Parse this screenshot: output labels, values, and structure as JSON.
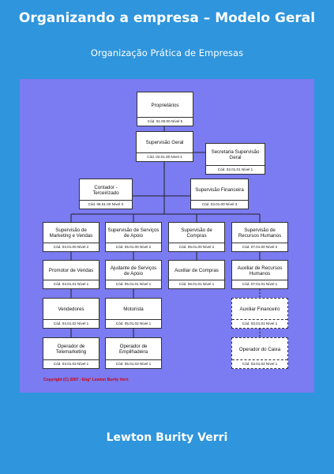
{
  "book": {
    "title": "Organizando a empresa – Modelo Geral",
    "subtitle": "Organização Prática de Empresas",
    "author": "Lewton Burity Verri"
  },
  "chart": {
    "copyright": "Copyright (C) 2007 - Eng° Lewton Burity Verri",
    "proprietarios": {
      "name": "Proprietários",
      "code": "Cód. 01.00.00 Nível 5"
    },
    "supervisao_geral": {
      "name": "Supervisão Geral",
      "code": "Cód. 02.01.00 Nível 4"
    },
    "secretaria": {
      "name": "Secretaria Supervisão Geral",
      "code": "Cód. 02.01.01 Nível 1"
    },
    "contador": {
      "name": "Contador - Terceirizado",
      "code": "Cód. 08.01.00 Nível X"
    },
    "sup_financeira": {
      "name": "Supervisão Financeira",
      "code": "Cód. 03.01.00 Nível 3"
    },
    "sup_marketing": {
      "name": "Supervisão de Marketing e Vendas",
      "code": "Cód. 04.01.00 Nível 2"
    },
    "sup_servicos": {
      "name": "Supervisão de Serviços de Apoio",
      "code": "Cód. 05.01.00 Nível 2"
    },
    "sup_compras": {
      "name": "Supervisão de Compras",
      "code": "Cód. 06.01.00 Nível 2"
    },
    "sup_rh": {
      "name": "Supervisão de Recursos Humanos",
      "code": "Cód. 07.01.00 Nível 2"
    },
    "promotor": {
      "name": "Promotor de Vendas",
      "code": "Cód. 04.01.01 Nível 1"
    },
    "ajudante": {
      "name": "Ajudante de Serviços de Apoio",
      "code": "Cód. 05.01.01 Nível 1"
    },
    "aux_compras": {
      "name": "Auxiliar de Compras",
      "code": "Cód. 06.01.01 Nível 1"
    },
    "aux_rh": {
      "name": "Auxiliar de Recursos Humanos",
      "code": "Cód. 07.01.01 Nível 1"
    },
    "vendedores": {
      "name": "Vendedores",
      "code": "Cód. 04.01.02 Nível 1"
    },
    "motorista": {
      "name": "Motorista",
      "code": "Cód. 05.01.02 Nível 1"
    },
    "aux_financeiro": {
      "name": "Auxiliar Financeiro",
      "code": "Cód. 03.01.01 Nível 1"
    },
    "telemarketing": {
      "name": "Operador de Telemarketing",
      "code": "Cód. 04.01.03 Nível 1"
    },
    "empilhadeira": {
      "name": "Operador de Empilhadeira",
      "code": "Cód. 05.01.03 Nível 1"
    },
    "caixa": {
      "name": "Operador do Caixa",
      "code": "Cód. 03.01.02 Nível 1"
    }
  }
}
